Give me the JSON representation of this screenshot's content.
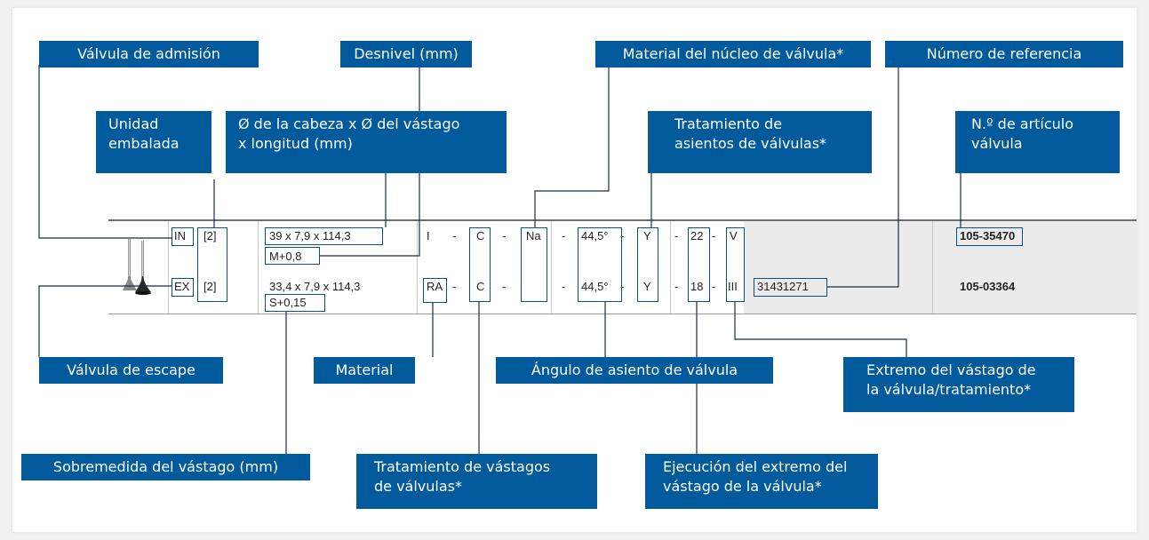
{
  "labels": {
    "valvula_admision": "Válvula de admisión",
    "desnivel": "Desnivel (mm)",
    "material_nucleo": "Material del núcleo de válvula*",
    "numero_referencia": "Número de referencia",
    "unidad_embalada": [
      "Unidad",
      "embalada"
    ],
    "cabeza_vastago": [
      "Ø de la cabeza x Ø del vástago",
      "x longitud (mm)"
    ],
    "tratamiento_asientos": [
      "Tratamiento de",
      "asientos de válvulas*"
    ],
    "n_articulo": [
      "N.º de artículo",
      "válvula"
    ],
    "valvula_escape": "Válvula de escape",
    "material": "Material",
    "angulo_asiento": "Ángulo de asiento de válvula",
    "extremo_vastago": [
      "Extremo del vástago de",
      "la válvula/tratamiento*"
    ],
    "sobremedida": "Sobremedida del vástago (mm)",
    "tratamiento_vastagos": [
      "Tratamiento de vástagos",
      "de válvulas*"
    ],
    "ejecucion_extremo": [
      "Ejecución del extremo del",
      "vástago de la válvula*"
    ]
  },
  "table": {
    "row1": {
      "type": "IN",
      "qty": "[2]",
      "dims": "39 x 7,9 x 114,3",
      "oversize": "M+0,8",
      "material": "I",
      "stem_treat": "C",
      "core": "Na",
      "angle": "44,5°",
      "seat_treat": "Y",
      "tip": "22",
      "tip_treat": "V",
      "ref": "",
      "article": "105-35470"
    },
    "row2": {
      "type": "EX",
      "qty": "[2]",
      "dims": "33,4 x 7,9 x 114,3",
      "oversize": "S+0,15",
      "material": "RA",
      "stem_treat": "C",
      "core": "",
      "angle": "44,5°",
      "seat_treat": "Y",
      "tip": "18",
      "tip_treat": "III",
      "ref": "31431271",
      "article": "105-03364"
    },
    "sep": "-"
  },
  "colors": {
    "label_bg": "#005a9c",
    "box": "#0b4e8e",
    "leader": "#1f2a44",
    "shade": "#ebebeb"
  }
}
